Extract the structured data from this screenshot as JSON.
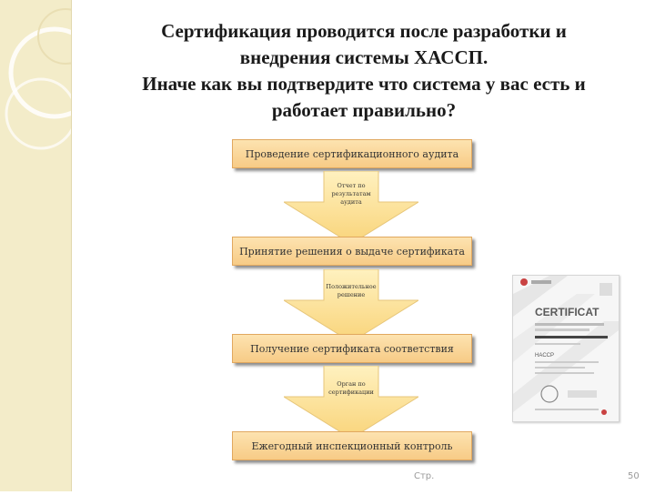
{
  "slide": {
    "title_lines": [
      "Сертификация  проводится  после разработки и",
      "внедрения системы ХАССП.",
      "Иначе как вы подтвердите что система у вас есть и",
      "работает правильно?"
    ],
    "steps": [
      "Проведение сертификационного аудита",
      "Принятие решения о выдаче сертификата",
      "Получение сертификата соответствия",
      "Ежегодный инспекционный контроль"
    ],
    "arrows": [
      [
        "Отчет по",
        "результатам",
        "аудита"
      ],
      [
        "Положительное",
        "решение"
      ],
      [
        "Орган по",
        "сертификации"
      ]
    ],
    "certificate_image": {
      "icon": "certificate-document-icon",
      "heading": "CERTIFICAT",
      "standard": "HACCP"
    },
    "footer": {
      "label": "Стр.",
      "page_number": "50"
    }
  },
  "colors": {
    "band": "#f3ecc9",
    "box_fill": "#f7cb86",
    "box_border": "#e1a85f",
    "arrow_fill": "#fce08c"
  }
}
